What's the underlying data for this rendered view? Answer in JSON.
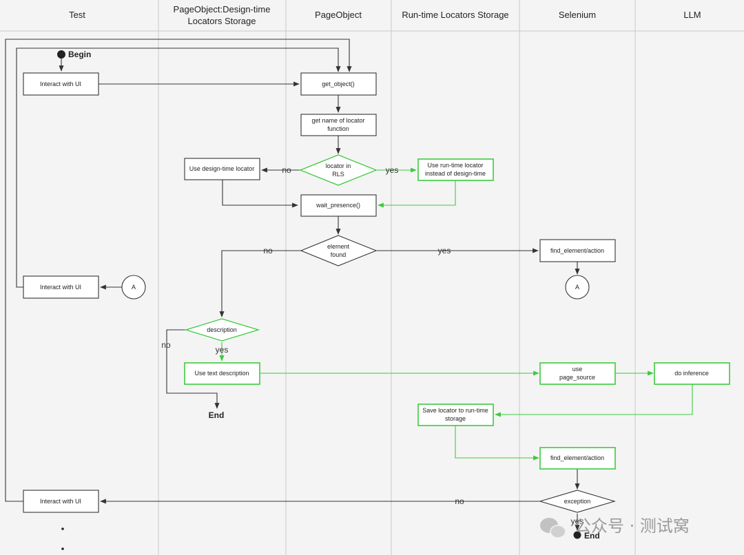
{
  "lanes": [
    "Test",
    "PageObject:Design-time|Locators Storage",
    "PageObject",
    "Run-time Locators Storage",
    "Selenium",
    "LLM"
  ],
  "begin": "Begin",
  "end_label": "End",
  "end_label2": "End",
  "nodes": {
    "interact1": "Interact with UI",
    "interact2": "Interact with UI",
    "interact3": "Interact with UI",
    "get_object": "get_object()",
    "get_name": "get name of locator|function",
    "locator_in_rls": "locator in|RLS",
    "use_design": "Use design-time locator",
    "use_runtime": "Use run-time locator|instead of design-time",
    "wait_presence": "wait_presence()",
    "element_found": "element|found",
    "find_element1": "find_element/action",
    "connector_a1": "A",
    "connector_a2": "A",
    "description": "description",
    "use_text": "Use text description",
    "use_page_source": "use|page_source",
    "do_inference": "do inference",
    "save_locator": "Save locator to run-time|storage",
    "find_element2": "find_element/action",
    "exception": "exception"
  },
  "labels": {
    "no_rls": "no",
    "yes_rls": "yes",
    "no_found": "no",
    "yes_found": "yes",
    "no_desc": "no",
    "yes_desc": "yes",
    "no_exc": "no",
    "yes_exc": "yes"
  },
  "watermark": "公众号 · 测试窝",
  "colors": {
    "green": "#3ec93e",
    "line": "#333333",
    "lane_bg": "#f4f4f4"
  }
}
